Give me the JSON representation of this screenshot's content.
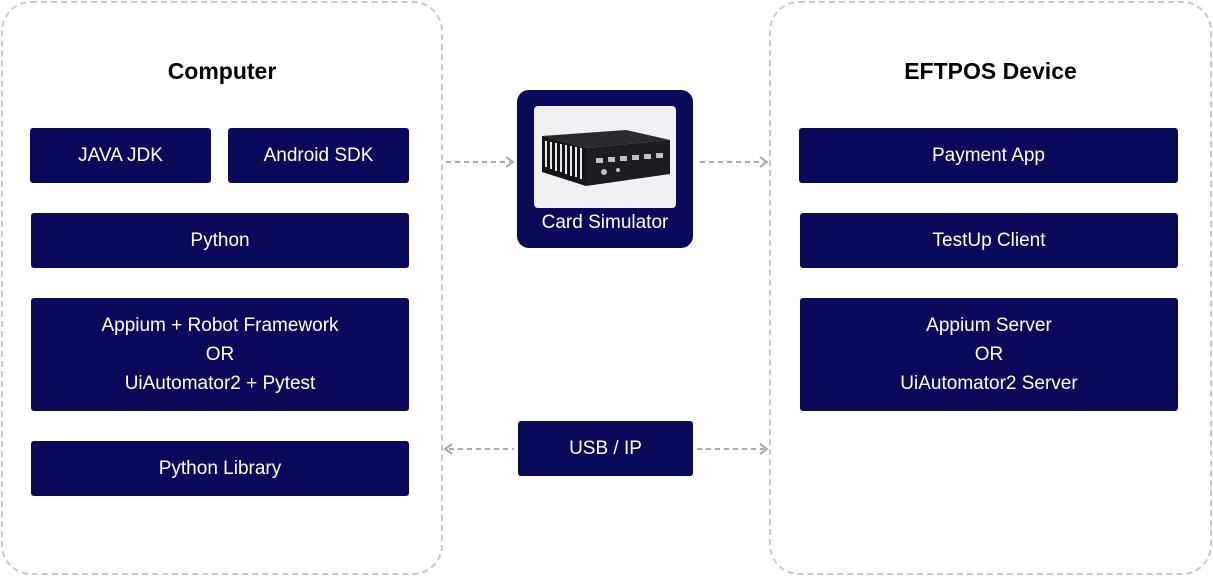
{
  "computer": {
    "title": "Computer",
    "java_jdk": "JAVA JDK",
    "android_sdk": "Android SDK",
    "python": "Python",
    "framework": [
      "Appium + Robot Framework",
      "OR",
      "UiAutomator2 + Pytest"
    ],
    "python_library": "Python Library"
  },
  "card_simulator": {
    "label": "Card Simulator"
  },
  "connection": {
    "label": "USB / IP"
  },
  "eftpos": {
    "title": "EFTPOS Device",
    "payment_app": "Payment App",
    "testup_client": "TestUp Client",
    "server": [
      "Appium Server",
      "OR",
      "UiAutomator2 Server"
    ]
  },
  "colors": {
    "box": "#0a0a5a",
    "panel_border": "#c8c8c8",
    "arrow": "#aaaaaa"
  }
}
